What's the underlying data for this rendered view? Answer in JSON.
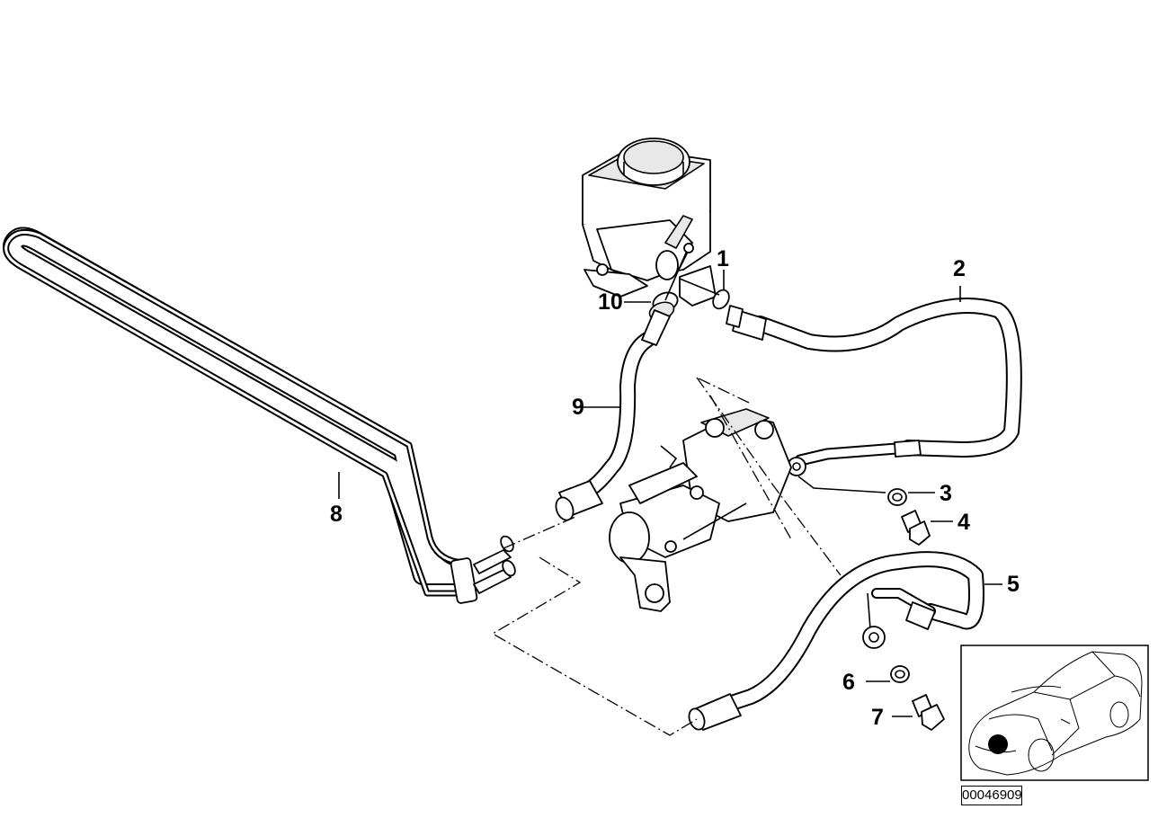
{
  "diagram": {
    "callouts": [
      {
        "id": "1",
        "label": "1"
      },
      {
        "id": "2",
        "label": "2"
      },
      {
        "id": "3",
        "label": "3"
      },
      {
        "id": "4",
        "label": "4"
      },
      {
        "id": "5",
        "label": "5"
      },
      {
        "id": "6",
        "label": "6"
      },
      {
        "id": "7",
        "label": "7"
      },
      {
        "id": "8",
        "label": "8"
      },
      {
        "id": "9",
        "label": "9"
      },
      {
        "id": "10",
        "label": "10"
      }
    ],
    "reference_code": "00046909",
    "inset_marker_color": "#000000"
  }
}
